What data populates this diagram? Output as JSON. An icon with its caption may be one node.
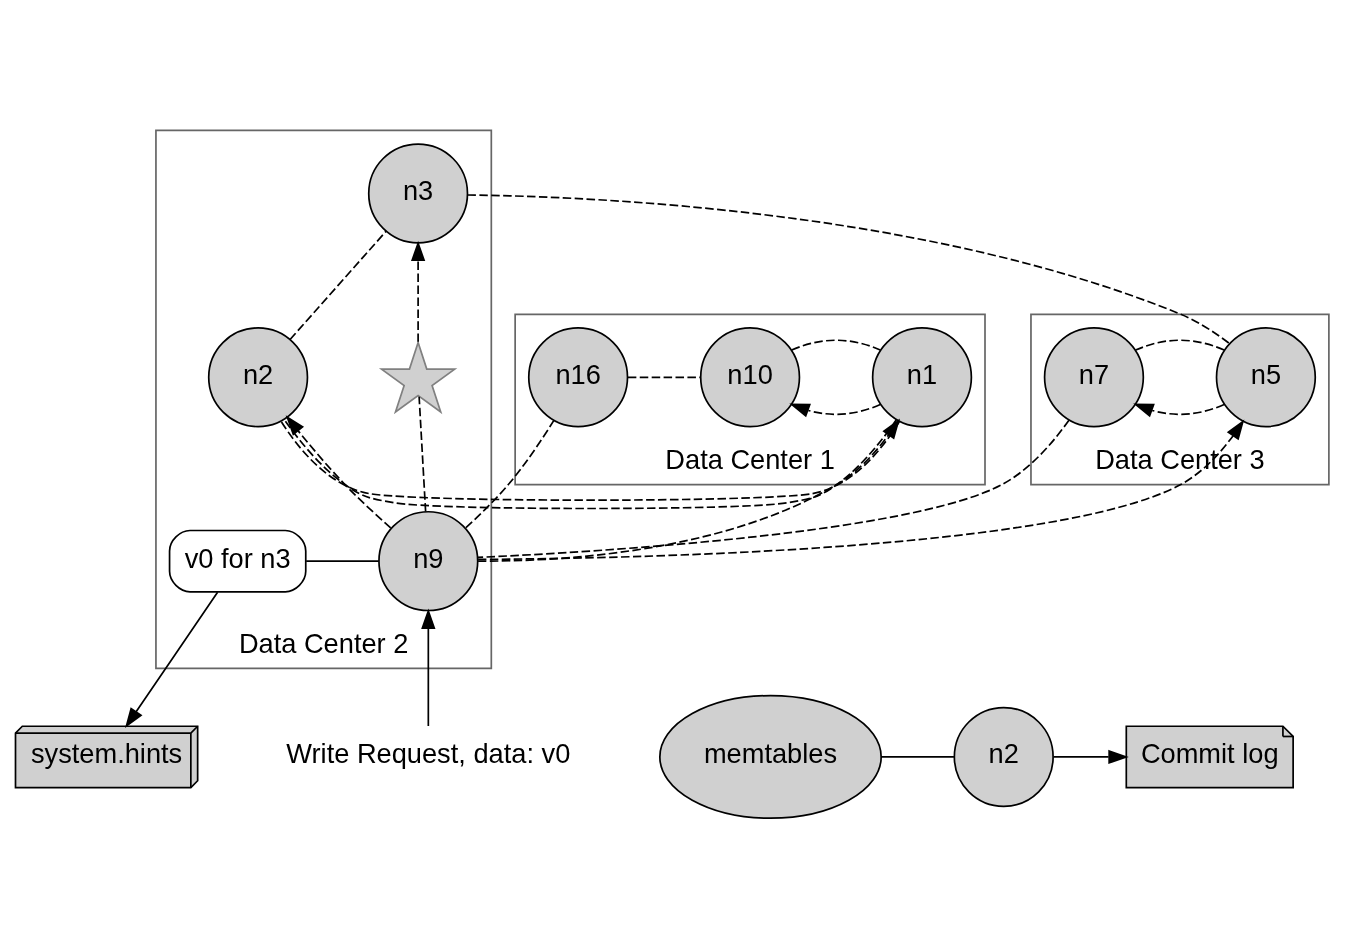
{
  "diagram": {
    "nodes": [
      {
        "text": [
          "Data Center 1"
        ]
      },
      {
        "text": [
          "Data Center 2"
        ]
      },
      {
        "text": [
          "Data Center 3"
        ]
      },
      {
        "text": [
          "n1"
        ],
        "in": 0
      },
      {
        "text": [
          "n2"
        ],
        "in": 1
      },
      {
        "text": [
          "n3"
        ],
        "in": 1
      },
      {
        "text": [
          "n5"
        ],
        "in": 2
      },
      {
        "text": [
          "n10"
        ],
        "in": 0
      },
      {
        "text": [
          "n7"
        ],
        "in": 2
      },
      {
        "text": [],
        "shape": "burst",
        "in": 1
      },
      {
        "text": [
          "n16"
        ],
        "in": 0
      },
      {
        "text": [
          "n9"
        ],
        "in": 1
      },
      {
        "text": [
          "v0 for n3"
        ],
        "in": 1
      },
      {
        "text": [
          "memtables"
        ]
      },
      {
        "text": [
          "system.hints"
        ]
      },
      {
        "text": [
          "Write Request, data: v0"
        ]
      },
      {
        "text": [
          "n2"
        ]
      },
      {
        "text": [
          "Commit log"
        ]
      }
    ],
    "edges": [
      {
        "from": 3,
        "to": 4,
        "arrow": "none",
        "style": "dashed"
      },
      {
        "from": 4,
        "to": 5,
        "arrow": "none",
        "style": "dashed"
      },
      {
        "from": 5,
        "to": 6,
        "arrow": "none",
        "style": "dashed"
      },
      {
        "from": 6,
        "to": 8,
        "arrow": "none",
        "style": "dashed"
      },
      {
        "from": 8,
        "to": 11,
        "arrow": "none",
        "style": "dashed"
      },
      {
        "from": 11,
        "to": 10,
        "arrow": "none",
        "style": "dashed"
      },
      {
        "from": 10,
        "to": 7,
        "arrow": "none",
        "style": "dashed"
      },
      {
        "from": 7,
        "to": 3,
        "arrow": "none",
        "style": "dashed"
      },
      {
        "from": 11,
        "to": 3,
        "arrow": "to",
        "style": "dashed"
      },
      {
        "from": 11,
        "to": 4,
        "arrow": "to",
        "style": "dashed"
      },
      {
        "from": 11,
        "to": 9,
        "arrow": "none",
        "style": "dashed"
      },
      {
        "from": 9,
        "to": 5,
        "arrow": "to",
        "style": "dashed"
      },
      {
        "from": 11,
        "to": 6,
        "arrow": "to",
        "style": "dashed"
      },
      {
        "from": 3,
        "to": 7,
        "arrow": "to",
        "style": "dashed"
      },
      {
        "from": 6,
        "to": 8,
        "arrow": "to",
        "style": "dashed"
      },
      {
        "from": 11,
        "to": 12,
        "arrow": "none"
      },
      {
        "from": 12,
        "to": 14,
        "arrow": "to"
      },
      {
        "from": 15,
        "to": 11,
        "arrow": "to"
      },
      {
        "from": 13,
        "to": 16,
        "arrow": "none"
      },
      {
        "from": 16,
        "to": 17,
        "arrow": "to"
      }
    ]
  }
}
